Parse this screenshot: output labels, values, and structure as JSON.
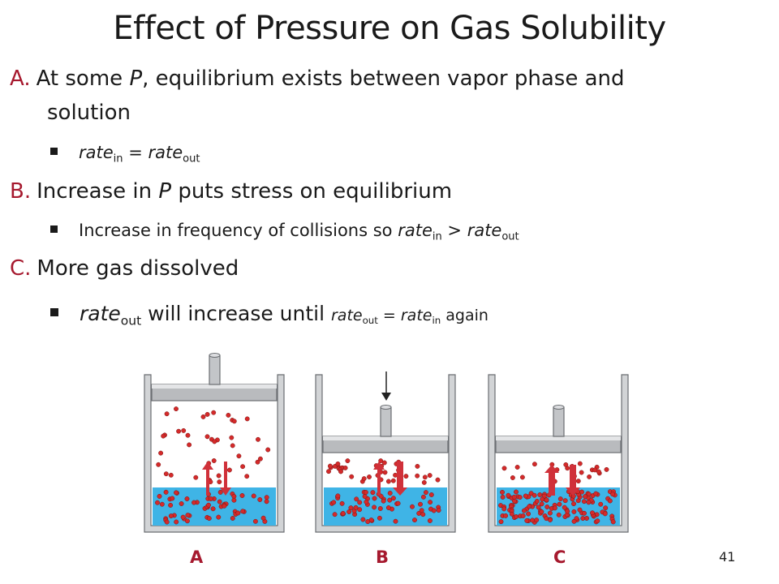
{
  "title": "Effect of Pressure on Gas Solubility",
  "sections": [
    {
      "letter": "A.",
      "text_before": "At some ",
      "text_italic": "P",
      "text_after": ", equilibrium exists between vapor phase and",
      "continuation": "solution",
      "bullet": {
        "w1": "rate",
        "s1": "in",
        "eq": " = ",
        "w2": "rate",
        "s2": "out"
      }
    },
    {
      "letter": "B.",
      "text_before": "Increase in ",
      "text_italic": "P",
      "text_after": " puts stress on equilibrium",
      "bullet": {
        "pre": "Increase in frequency of collisions so ",
        "w1": "rate",
        "s1": "in",
        "op": " > ",
        "w2": "rate",
        "s2": "out"
      }
    },
    {
      "letter": "C.",
      "text": "More gas dissolved",
      "bullet": {
        "w1": "rate",
        "s1": "out",
        "mid": " will increase until ",
        "w2": "rate",
        "s2": "out",
        "op": " = ",
        "w3": "rate",
        "s3": "in",
        "post": " again"
      }
    }
  ],
  "panels": [
    "A",
    "B",
    "C"
  ],
  "page_number": "41",
  "colors": {
    "accent": "#a6192e",
    "liquid": "#3fb4e6",
    "molecule": "#d42a2a",
    "piston": "#b9bbbe",
    "cylinder": "#d2d4d6",
    "arrow": "#d0313a"
  },
  "icons": [
    "square-bullet-icon",
    "down-arrow-icon",
    "up-arrow-icon",
    "down-red-arrow-icon"
  ]
}
